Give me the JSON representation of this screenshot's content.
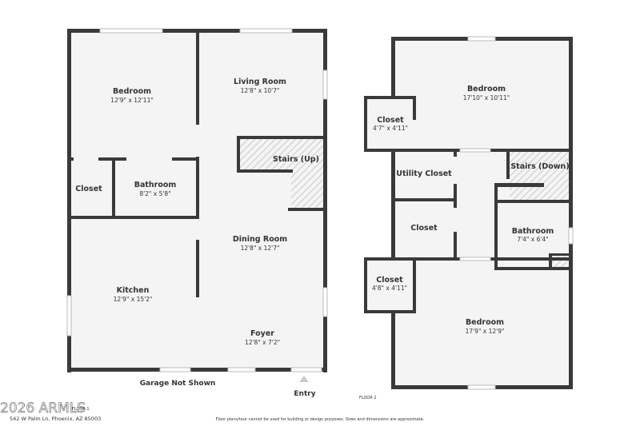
{
  "floor1": {
    "rooms": [
      {
        "name": "Bedroom",
        "dims": "12'9\" x 12'11\""
      },
      {
        "name": "Living Room",
        "dims": "12'8\" x 10'7\""
      },
      {
        "name": "Closet"
      },
      {
        "name": "Bathroom",
        "dims": "8'2\" x 5'8\""
      },
      {
        "name": "Stairs (Up)"
      },
      {
        "name": "Dining Room",
        "dims": "12'8\" x 12'7\""
      },
      {
        "name": "Kitchen",
        "dims": "12'9\" x 15'2\""
      },
      {
        "name": "Foyer",
        "dims": "12'8\" x 7'2\""
      }
    ],
    "garage_note": "Garage Not Shown",
    "entry_label": "Entry",
    "floor_label": "FLOOR 1"
  },
  "floor2": {
    "rooms": [
      {
        "name": "Bedroom",
        "dims": "17'10\" x 10'11\""
      },
      {
        "name": "Closet",
        "dims": "4'7\" x 4'11\""
      },
      {
        "name": "Utility Closet"
      },
      {
        "name": "Stairs (Down)"
      },
      {
        "name": "Closet"
      },
      {
        "name": "Bathroom",
        "dims": "7'4\" x 6'4\""
      },
      {
        "name": "Closet",
        "dims": "4'8\" x 4'11\""
      },
      {
        "name": "Bedroom",
        "dims": "17'9\" x 12'9\""
      }
    ],
    "floor_label": "FLOOR 2"
  },
  "footer": {
    "watermark": "2026 ARMLS",
    "address": "542 W Palm Ln, Phoenix, AZ 85003",
    "disclaimer": "Floor plans/tour cannot be used for building or design purposes. Sizes and dimensions are approximate."
  }
}
